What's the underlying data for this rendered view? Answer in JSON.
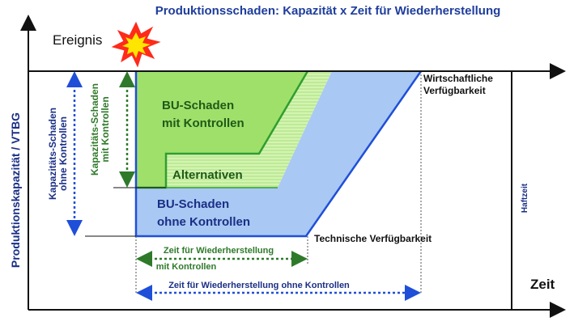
{
  "title": "Produktionsschaden: Kapazität x Zeit für Wiederherstellung",
  "event_label": "Ereignis",
  "event_icon": "explosion-icon",
  "y_axis_label": "Produktionskapazität / VTBG",
  "x_axis_label": "Zeit",
  "regions": {
    "bu_with_controls": {
      "line1": "BU-Schaden",
      "line2": "mit Kontrollen",
      "color": "#9fe06b"
    },
    "alternatives": {
      "label": "Alternativen",
      "color": "#c9f0a4"
    },
    "bu_without_controls": {
      "line1": "BU-Schaden",
      "line2": "ohne Kontrollen",
      "color": "#a9c8f3"
    }
  },
  "annotations": {
    "economic_availability": {
      "line1": "Wirtschaftliche",
      "line2": "Verfügbarkeit"
    },
    "technical_availability": "Technische Verfügbarkeit",
    "liability_time": "Haftzeit",
    "capacity_loss_without": {
      "line1": "Kapazitäts-Schaden",
      "line2": "ohne Kontrollen"
    },
    "capacity_loss_with": {
      "line1": "Kapazitäts-Schaden",
      "line2": "mit Kontrollen"
    },
    "restore_time_with": {
      "line1": "Zeit für Wiederherstellung",
      "line2": "mit Kontrollen"
    },
    "restore_time_without": "Zeit für Wiederherstellung ohne Kontrollen"
  },
  "colors": {
    "navy": "#1a2f86",
    "arrow_blue": "#1f4fd8",
    "green_dark": "#2f7a2a",
    "title_blue": "#1e3d9c"
  }
}
